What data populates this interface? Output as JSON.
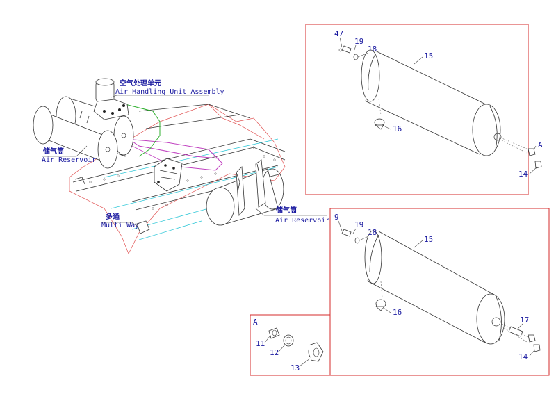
{
  "assembly": {
    "air_handling_cn": "空气处理单元",
    "air_handling_en": "Air Handling Unit Assembly",
    "reservoir_left_cn": "储气筒",
    "reservoir_left_en": "Air Reservoir",
    "reservoir_mid_cn": "储气筒",
    "reservoir_mid_en": "Air Reservoir",
    "multiway_cn": "多通",
    "multiway_en": "Multi Way"
  },
  "top_panel": {
    "callouts": [
      "47",
      "19",
      "18",
      "15",
      "16",
      "A",
      "14"
    ]
  },
  "bottom_panel": {
    "callouts": [
      "9",
      "19",
      "18",
      "15",
      "16",
      "17",
      "14"
    ]
  },
  "detail_a": {
    "title": "A",
    "callouts": [
      "11",
      "12",
      "13"
    ]
  },
  "colors": {
    "frame": "#d62b2b",
    "label": "#1a1aa0",
    "chassis_cyan": "#30c8d8",
    "pipe_magenta": "#c040c0",
    "pipe_green": "#30b030",
    "chassis_red": "#e05050"
  }
}
